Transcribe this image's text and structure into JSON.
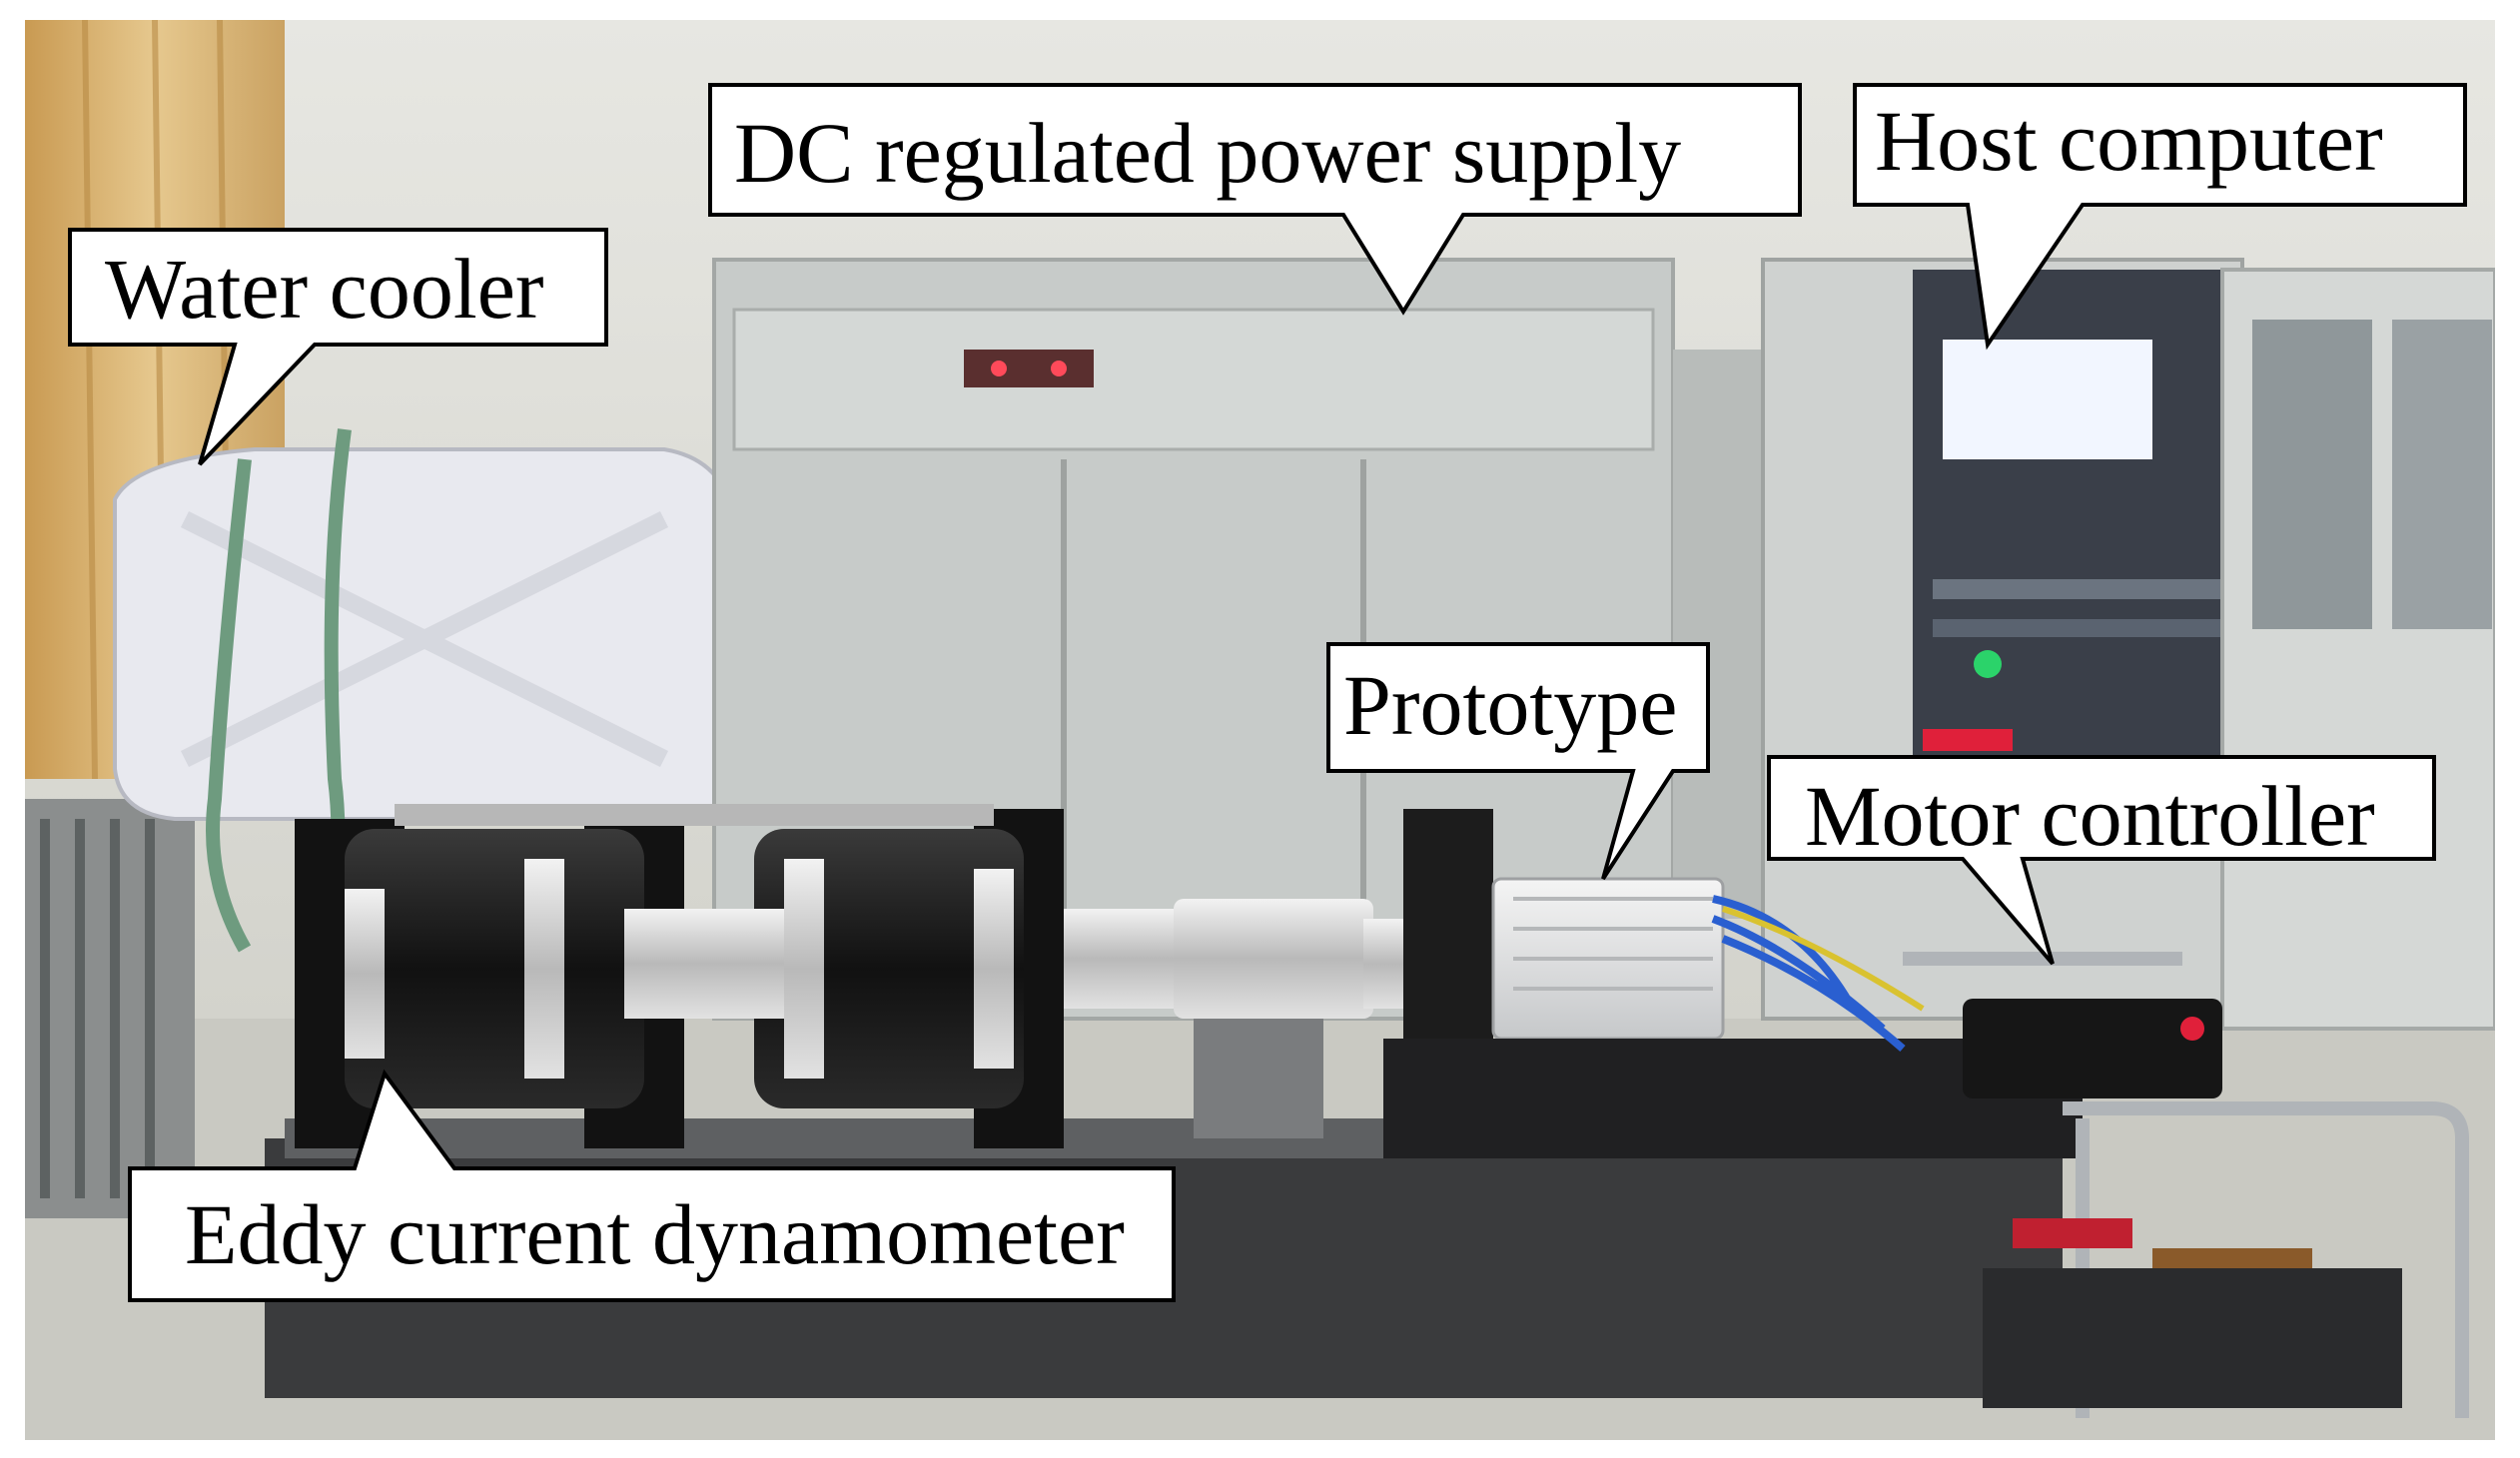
{
  "labels": {
    "water_cooler": "Water cooler",
    "dc_power_supply": "DC regulated power supply",
    "host_computer": "Host computer",
    "prototype": "Prototype",
    "motor_controller": "Motor controller",
    "eddy_current_dynamometer": "Eddy current dynamometer"
  },
  "colors": {
    "wall": "#dcdcd4",
    "floor": "#cfcfc8",
    "cabinet": "#c8ccc8",
    "dynamometer_body": "#1a1a1a",
    "metal_ring": "#d8d8d8",
    "curtain": "#d9b77a",
    "water_tank": "#e9eaf0",
    "screen": "#f2f6ff",
    "indicator_red": "#e0203a",
    "indicator_green": "#2bd36a"
  }
}
